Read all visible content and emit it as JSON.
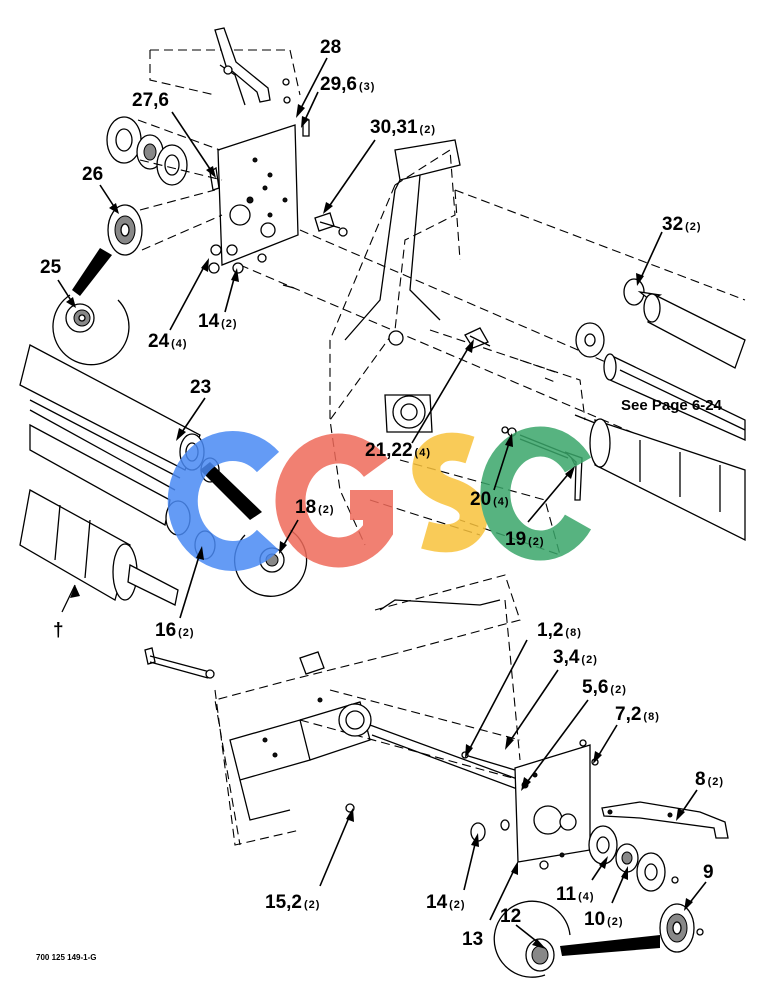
{
  "callouts": [
    {
      "num": "28",
      "qty": ""
    },
    {
      "num": "29,6",
      "qty": "(3)"
    },
    {
      "num": "27,6",
      "qty": ""
    },
    {
      "num": "30,31",
      "qty": "(2)"
    },
    {
      "num": "26",
      "qty": ""
    },
    {
      "num": "32",
      "qty": "(2)"
    },
    {
      "num": "25",
      "qty": ""
    },
    {
      "num": "14",
      "qty": "(2)"
    },
    {
      "num": "24",
      "qty": "(4)"
    },
    {
      "num": "23",
      "qty": ""
    },
    {
      "num": "21,22",
      "qty": "(4)"
    },
    {
      "num": "18",
      "qty": "(2)"
    },
    {
      "num": "20",
      "qty": "(4)"
    },
    {
      "num": "19",
      "qty": "(2)"
    },
    {
      "num": "16",
      "qty": "(2)"
    },
    {
      "num": "1,2",
      "qty": "(8)"
    },
    {
      "num": "3,4",
      "qty": "(2)"
    },
    {
      "num": "5,6",
      "qty": "(2)"
    },
    {
      "num": "7,2",
      "qty": "(8)"
    },
    {
      "num": "8",
      "qty": "(2)"
    },
    {
      "num": "9",
      "qty": ""
    },
    {
      "num": "15,2",
      "qty": "(2)"
    },
    {
      "num": "14",
      "qty": "(2)"
    },
    {
      "num": "11",
      "qty": "(4)"
    },
    {
      "num": "10",
      "qty": "(2)"
    },
    {
      "num": "12",
      "qty": ""
    },
    {
      "num": "13",
      "qty": ""
    }
  ],
  "reference_note": "See Page 6-24",
  "arrow_marker": "†",
  "document_id": "700 125 149-1-G",
  "watermark": {
    "text": "CGSC",
    "letters": [
      {
        "char": "C",
        "color": "#4a8af4"
      },
      {
        "char": "G",
        "color": "#ef6a5a"
      },
      {
        "char": "S",
        "color": "#f9c23c"
      },
      {
        "char": "C",
        "color": "#3aa66a"
      }
    ]
  }
}
